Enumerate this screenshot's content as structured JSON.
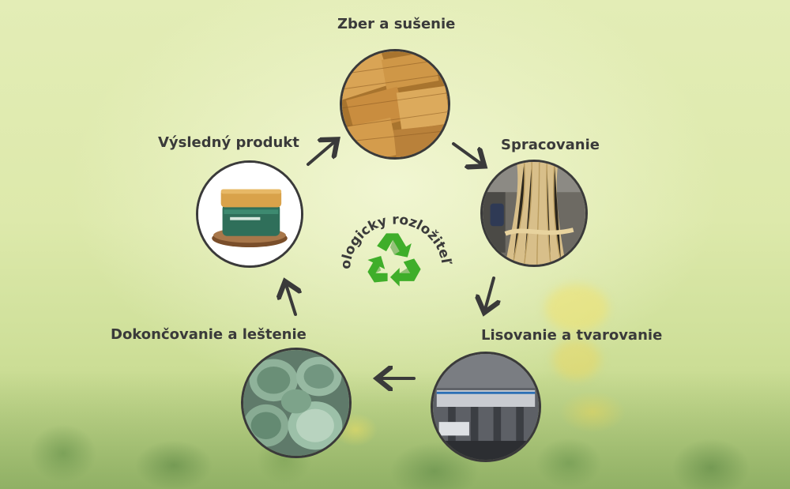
{
  "center": {
    "label": "Biologicky rozložiteľné",
    "icon": "recycle-icon",
    "icon_color": "#3fae2a"
  },
  "steps": [
    {
      "label": "Zber a sušenie",
      "image": "hay-bales"
    },
    {
      "label": "Spracovanie",
      "image": "fiber-processing"
    },
    {
      "label": "Lisovanie a tvarovanie",
      "image": "molding-machine"
    },
    {
      "label": "Dokončovanie a leštenie",
      "image": "green-containers"
    },
    {
      "label": "Výsledný produkt",
      "image": "green-jar-product"
    }
  ],
  "colors": {
    "border": "#3a3a3a",
    "text": "#3a3a3a",
    "accent_green": "#3fae2a",
    "background": "#e3edb6"
  }
}
